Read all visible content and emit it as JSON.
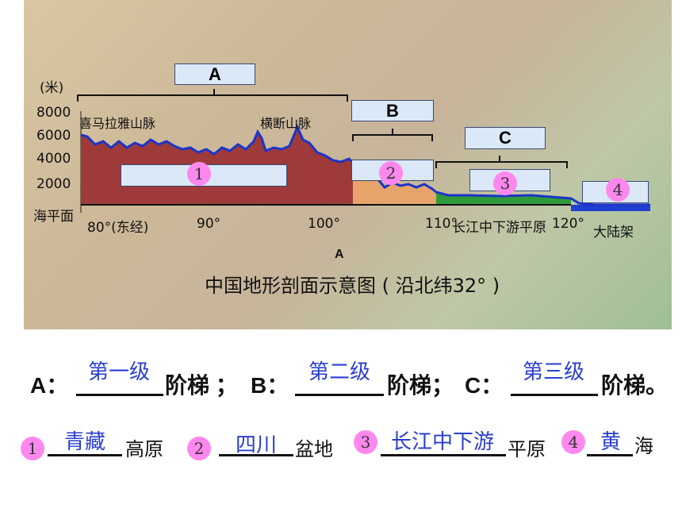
{
  "figure": {
    "title": "中国地形剖面示意图 ( 沿北纬32° )",
    "unit_label": "(米)",
    "y_ticks": [
      "8000",
      "6000",
      "4000",
      "2000",
      "海平面"
    ],
    "x_ticks": [
      "80°(东经)",
      "90°",
      "100°",
      "110°",
      "长江中下游平原",
      "120°",
      "大陆架"
    ],
    "range_labels": [
      "喜马拉雅山脉",
      "横断山脉"
    ],
    "small_a": "A",
    "boxes": {
      "a": "A",
      "b": "B",
      "c": "C"
    },
    "circles": {
      "c1": "1",
      "c2": "2",
      "c3": "3",
      "c4": "4"
    },
    "colors": {
      "plateau": "#9e3a3a",
      "basin": "#e6a46a",
      "plain": "#2f9a3a",
      "sea": "#1f3fcf",
      "outline": "#1b34c8"
    }
  },
  "line1": {
    "a_prefix": "A：",
    "a_answer": "第一级",
    "a_suffix": "阶梯 ；",
    "b_prefix": "B：",
    "b_answer": "第二级",
    "b_suffix": "阶梯；",
    "c_prefix": "C：",
    "c_answer": "第三级",
    "c_suffix": "阶梯。"
  },
  "line2": {
    "n1": "1",
    "a1": "青藏",
    "s1": "高原",
    "n2": "2",
    "a2": "四川",
    "s2": "盆地",
    "n3": "3",
    "a3": "长江中下游",
    "s3": "平原",
    "n4": "4",
    "a4": "黄",
    "s4": "海"
  }
}
